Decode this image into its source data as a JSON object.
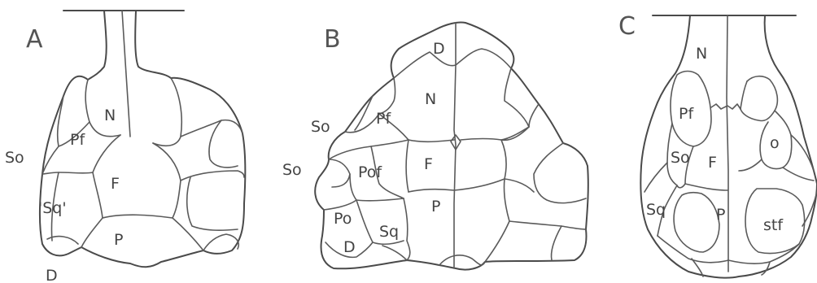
{
  "panels": {
    "a": {
      "label": "A",
      "bones": {
        "n": "N",
        "pf": "Pf",
        "so": "So",
        "f": "F",
        "sq": "'Sq'",
        "p": "P",
        "d": "D"
      }
    },
    "b": {
      "label": "B",
      "bones": {
        "d_top": "D",
        "n": "N",
        "so_upper": "So",
        "pf": "Pf",
        "so_lower": "So",
        "pof": "Pof",
        "f": "F",
        "po": "Po",
        "sq": "Sq",
        "p": "P",
        "d_bottom": "D"
      }
    },
    "c": {
      "label": "C",
      "bones": {
        "n": "N",
        "pf": "Pf",
        "o": "o",
        "so": "So",
        "f": "F",
        "sq": "Sq",
        "p": "P",
        "stf": "stf"
      }
    }
  }
}
